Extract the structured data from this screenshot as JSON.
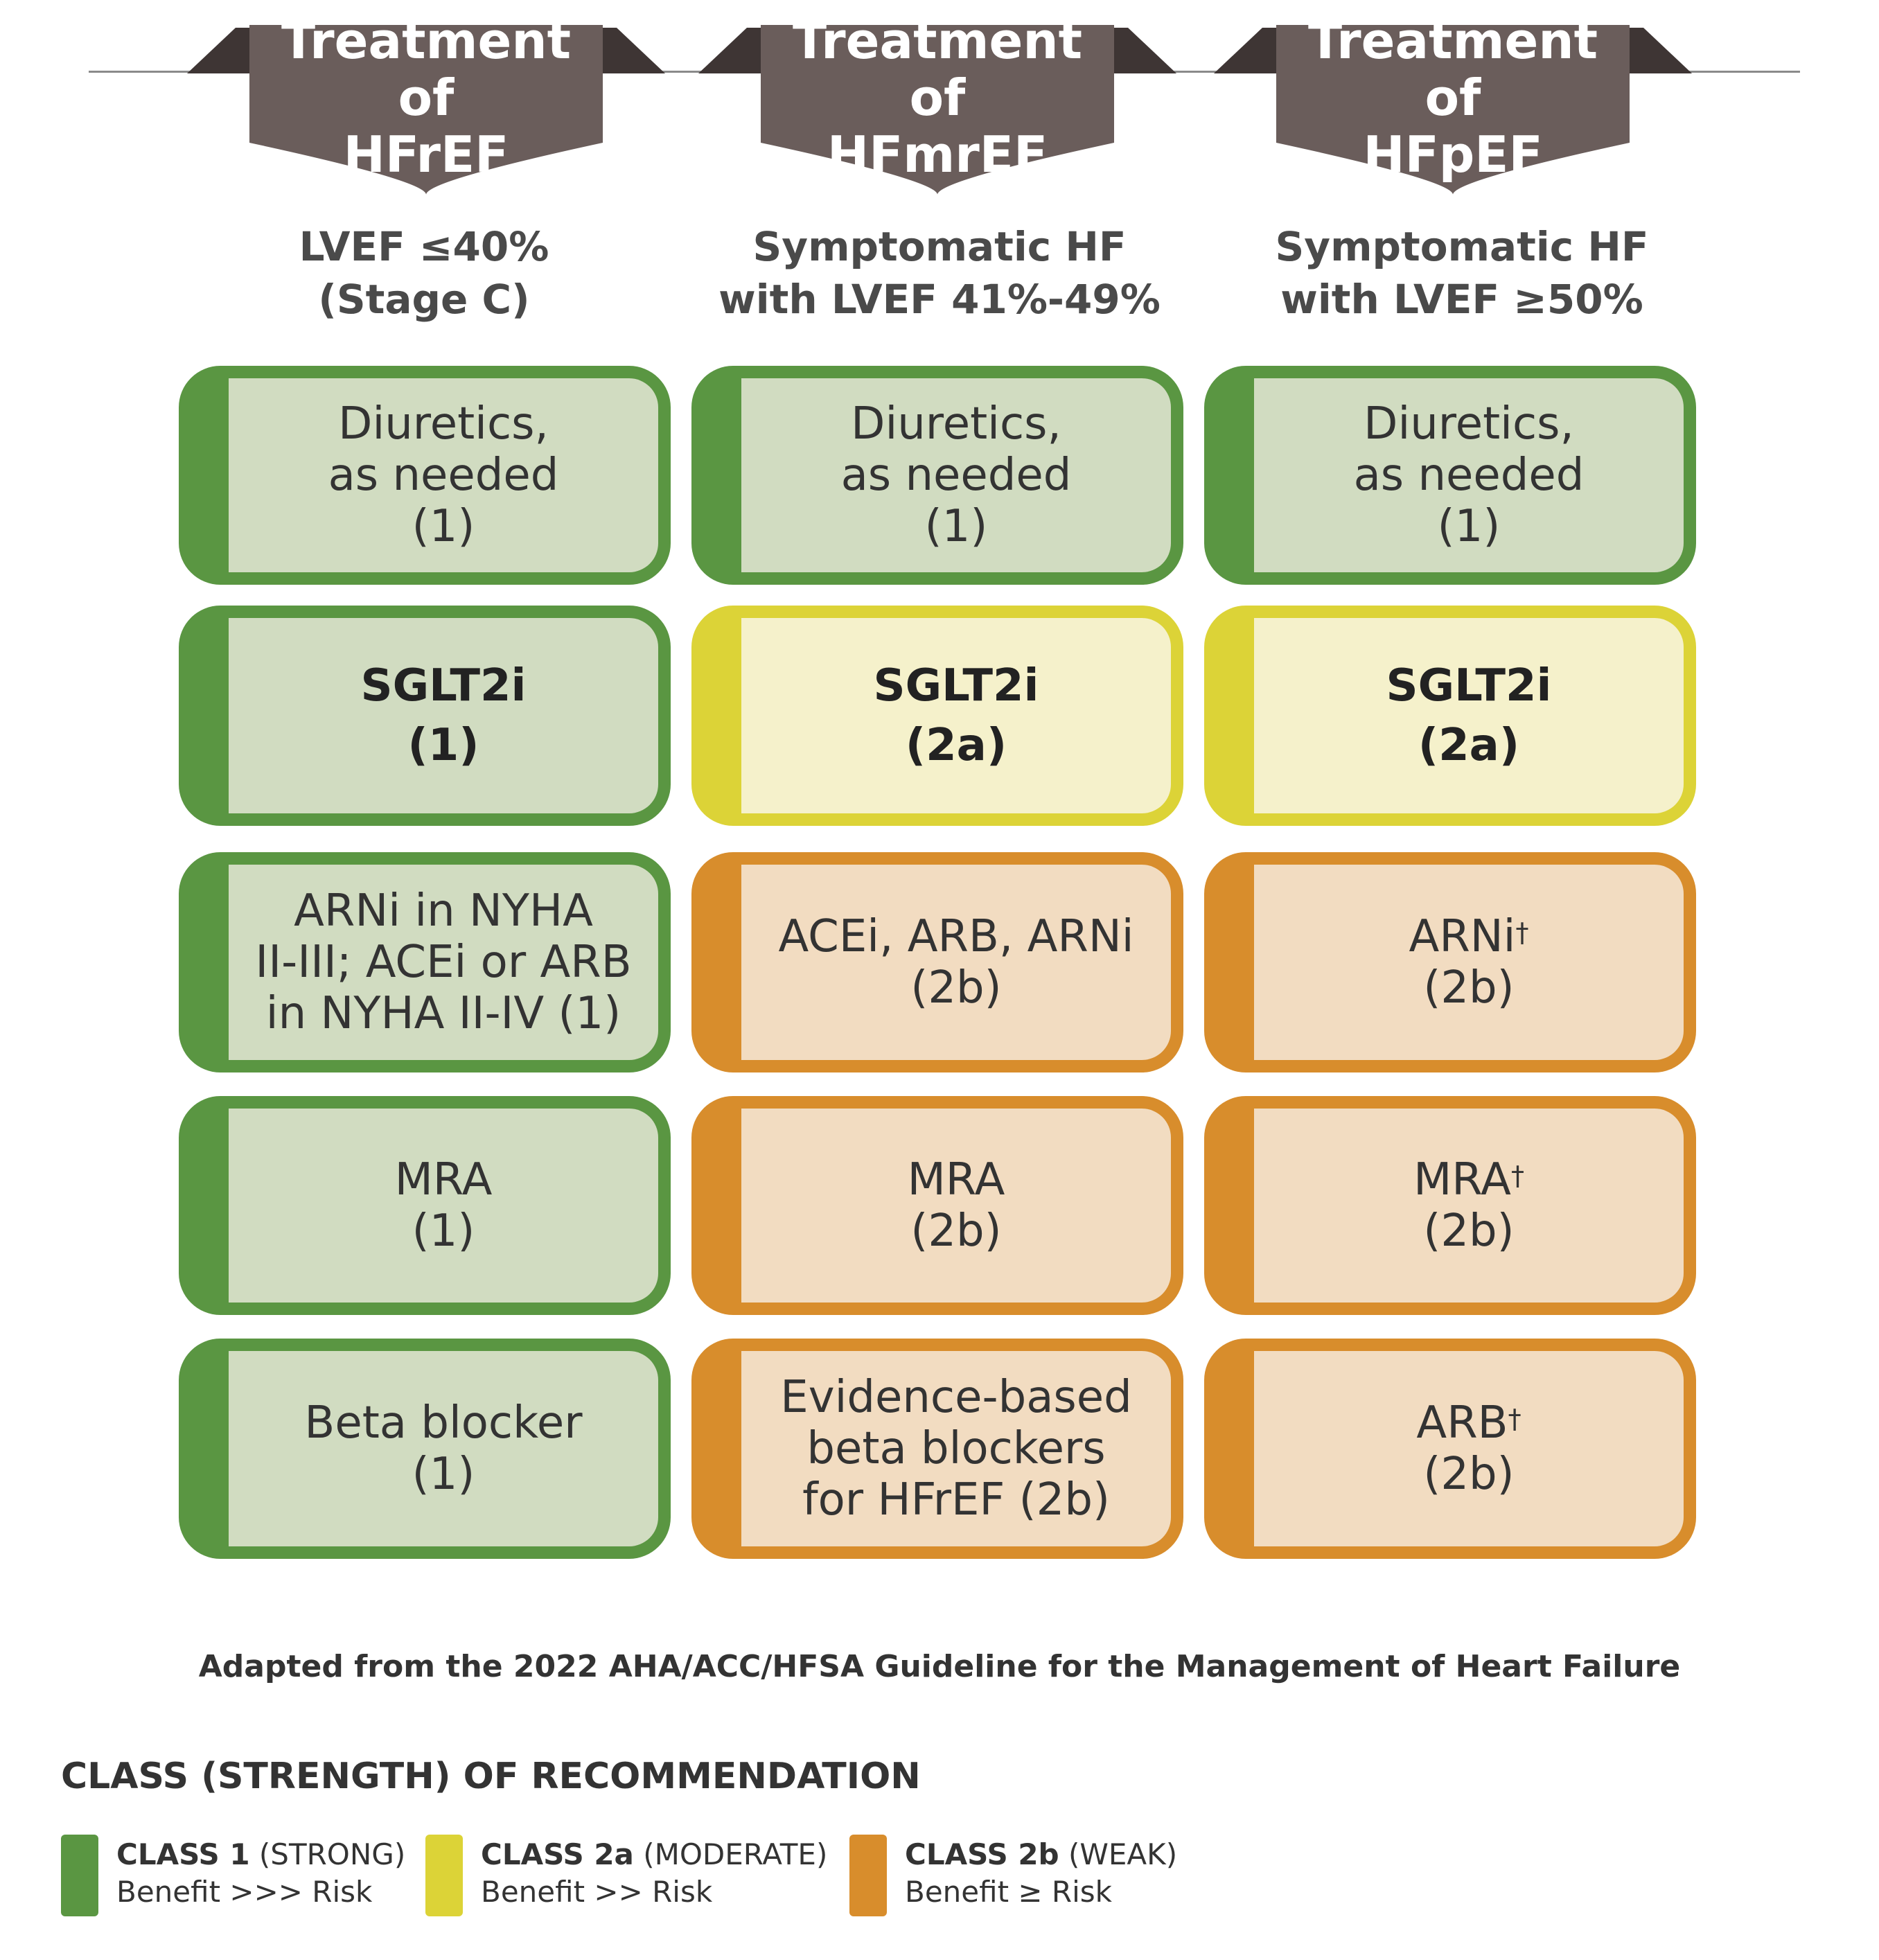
{
  "colors": {
    "class1_border": "#5a9642",
    "class1_fill": "#d1dcc1",
    "class2a_border": "#dcd337",
    "class2a_fill": "#f5f1cb",
    "class2b_border": "#d88d2c",
    "class2b_fill": "#f2dcc1",
    "banner": "#6a5d5b"
  },
  "columns": [
    {
      "title": [
        "Treatment of",
        "HFrEF"
      ],
      "subtitle": [
        "LVEF ≤40%",
        "(Stage C)"
      ],
      "cards": [
        {
          "class": "1",
          "lines": [
            "Diuretics,",
            "as needed",
            "(1)"
          ]
        },
        {
          "class": "1",
          "lines": [
            "SGLT2i",
            "(1)"
          ]
        },
        {
          "class": "1",
          "lines": [
            "ARNi in NYHA",
            "II-III; ACEi or ARB",
            "in NYHA II-IV (1)"
          ]
        },
        {
          "class": "1",
          "lines": [
            "MRA",
            "(1)"
          ]
        },
        {
          "class": "1",
          "lines": [
            "Beta blocker",
            "(1)"
          ]
        }
      ]
    },
    {
      "title": [
        "Treatment of",
        "HFmrEF"
      ],
      "subtitle": [
        "Symptomatic HF",
        "with LVEF 41%-49%"
      ],
      "cards": [
        {
          "class": "1",
          "lines": [
            "Diuretics,",
            "as needed",
            "(1)"
          ]
        },
        {
          "class": "2a",
          "lines": [
            "SGLT2i",
            "(2a)"
          ]
        },
        {
          "class": "2b",
          "lines": [
            "ACEi, ARB, ARNi",
            "(2b)"
          ]
        },
        {
          "class": "2b",
          "lines": [
            "MRA",
            "(2b)"
          ]
        },
        {
          "class": "2b",
          "lines": [
            "Evidence-based",
            "beta blockers",
            "for HFrEF (2b)"
          ]
        }
      ]
    },
    {
      "title": [
        "Treatment of",
        "HFpEF"
      ],
      "subtitle": [
        "Symptomatic HF",
        "with LVEF ≥50%"
      ],
      "cards": [
        {
          "class": "1",
          "lines": [
            "Diuretics,",
            "as needed",
            "(1)"
          ]
        },
        {
          "class": "2a",
          "lines": [
            "SGLT2i",
            "(2a)"
          ]
        },
        {
          "class": "2b",
          "lines": [
            "ARNi",
            "(2b)"
          ],
          "mark": "†"
        },
        {
          "class": "2b",
          "lines": [
            "MRA",
            "(2b)"
          ],
          "mark": "†"
        },
        {
          "class": "2b",
          "lines": [
            "ARB",
            "(2b)"
          ],
          "mark": "†"
        }
      ]
    }
  ],
  "source": "Adapted from the 2022 AHA/ACC/HFSA Guideline for the Management of Heart Failure",
  "legend": {
    "title": "CLASS (STRENGTH) OF RECOMMENDATION",
    "items": [
      {
        "class": "1",
        "label": "CLASS 1",
        "strength": "(STRONG)",
        "detail": "Benefit >>> Risk"
      },
      {
        "class": "2a",
        "label": "CLASS 2a",
        "strength": "(MODERATE)",
        "detail": "Benefit >> Risk"
      },
      {
        "class": "2b",
        "label": "CLASS 2b",
        "strength": "(WEAK)",
        "detail": "Benefit ≥ Risk"
      }
    ]
  }
}
